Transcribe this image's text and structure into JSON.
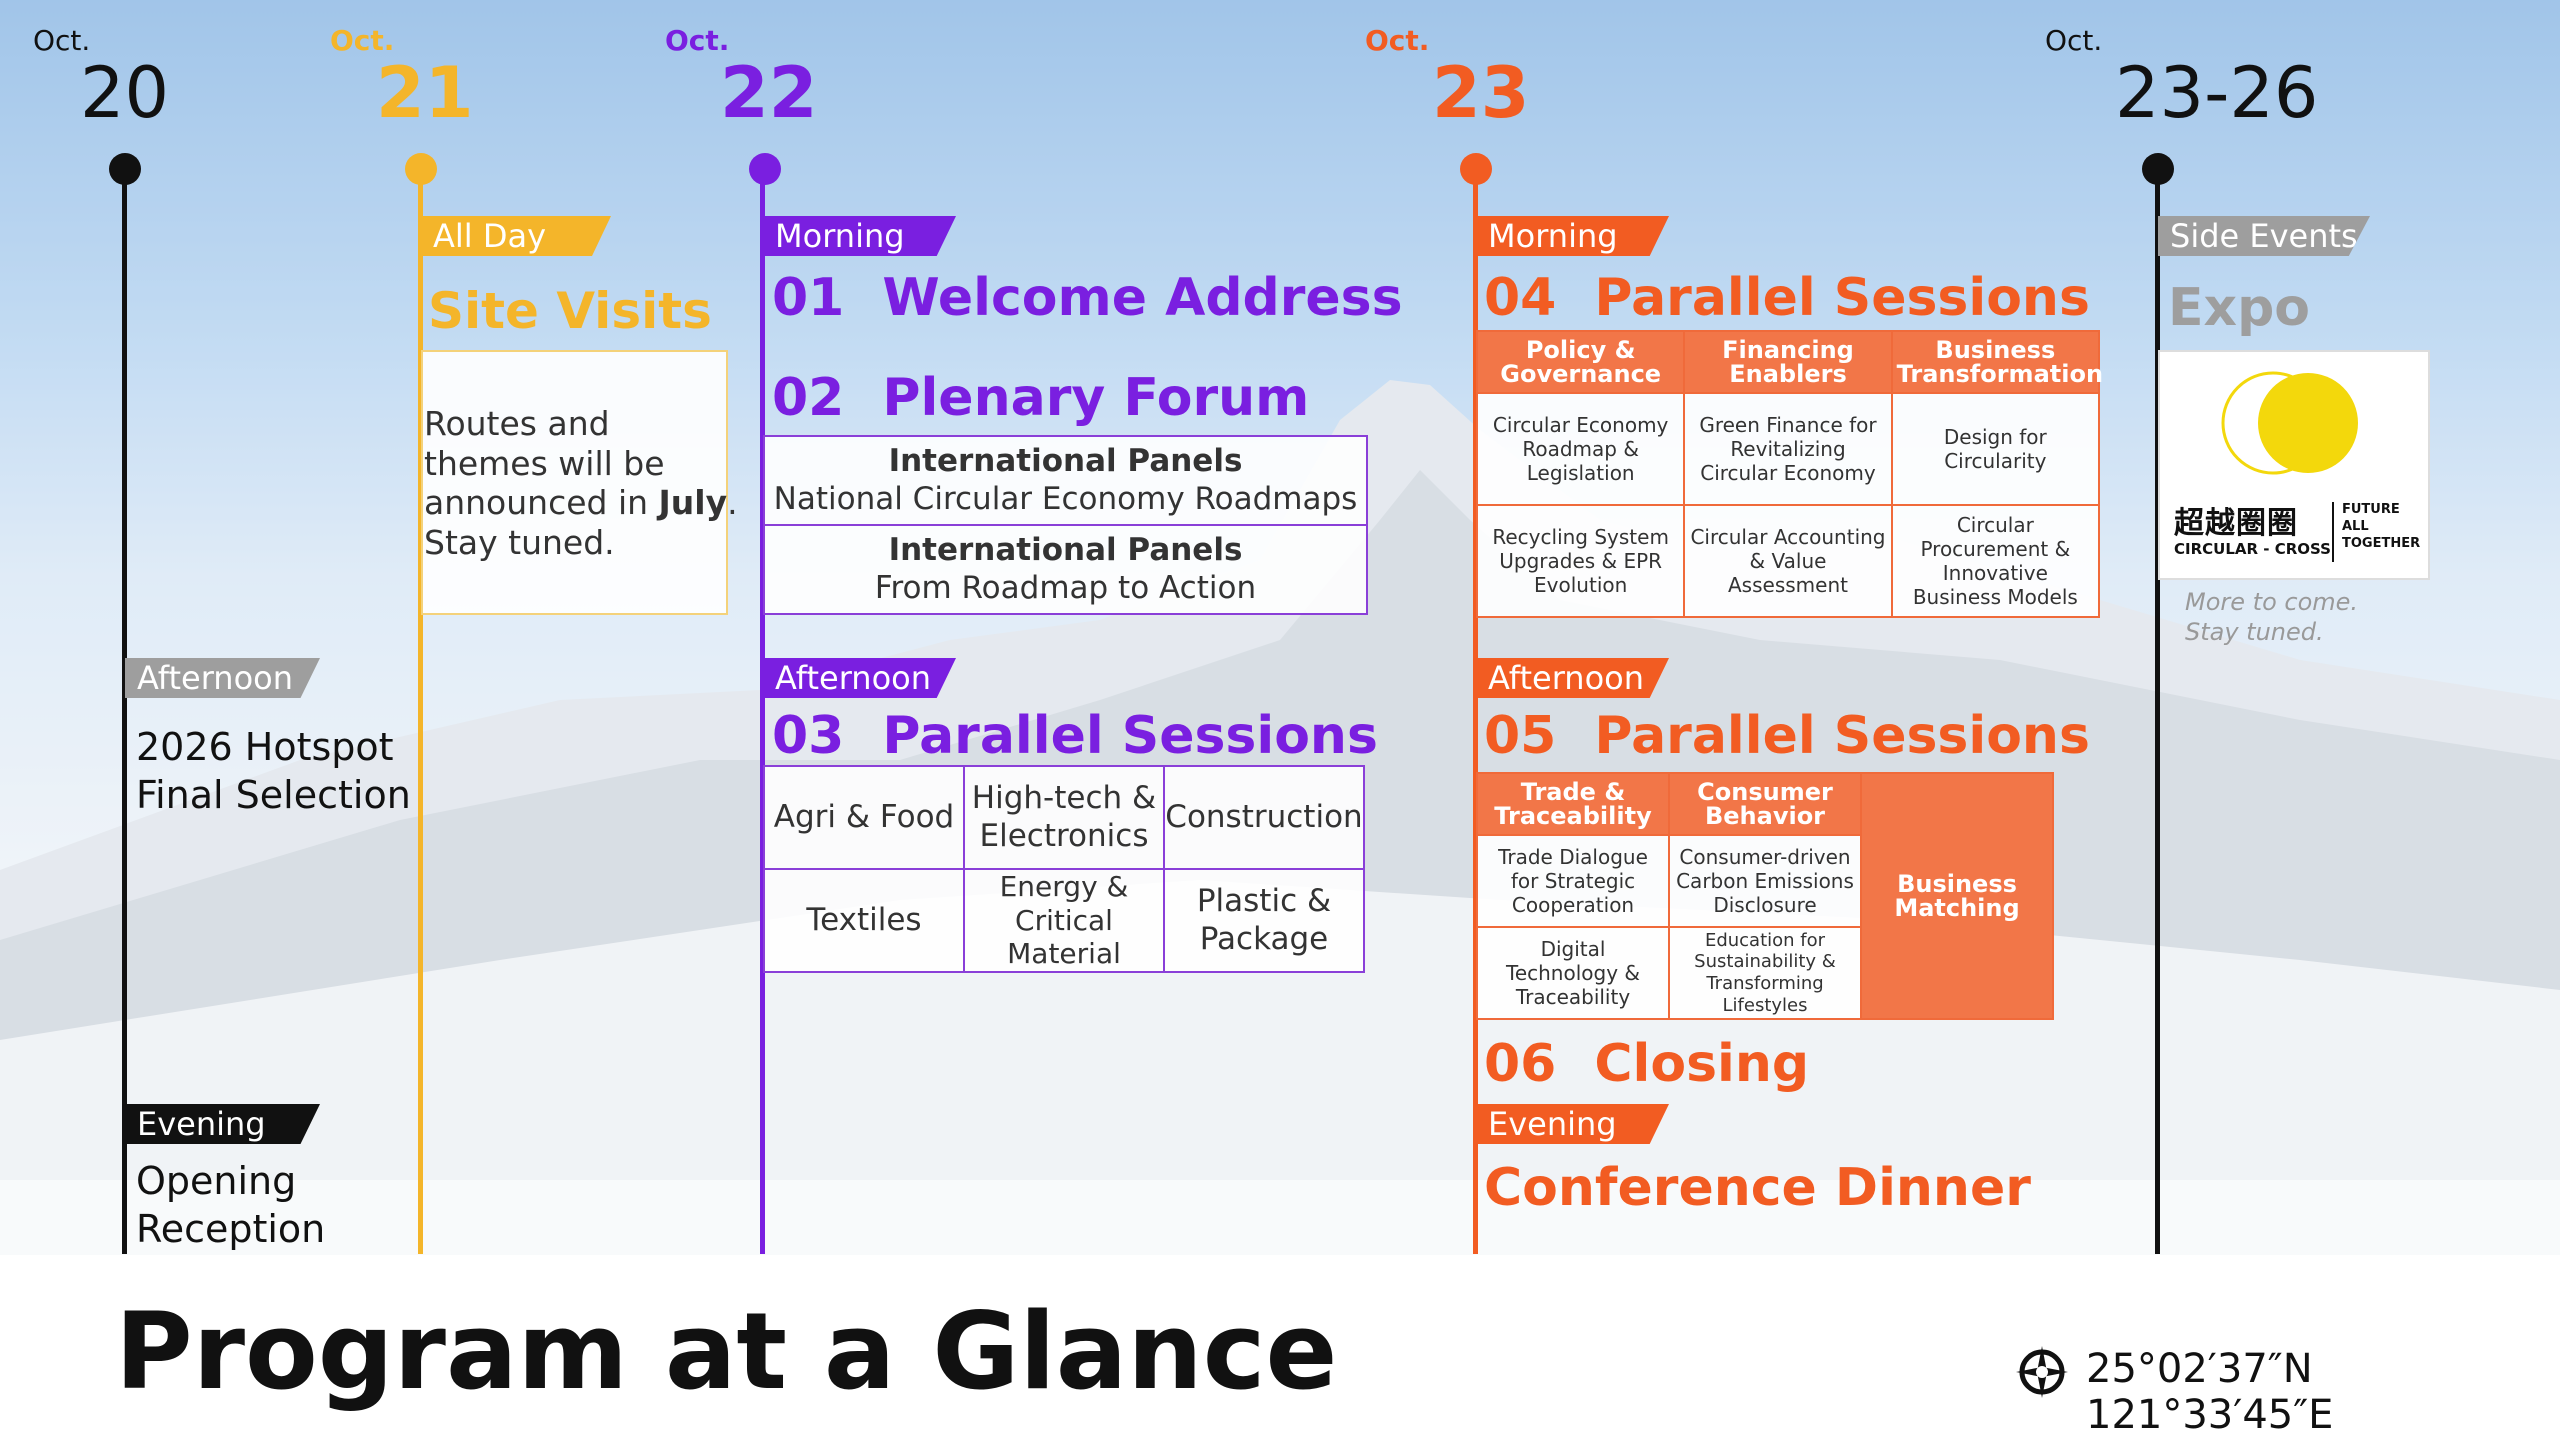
{
  "title": "Program at a Glance",
  "coordinates": "25°02′37″N 121°33′45″E",
  "colors": {
    "black": "#111111",
    "yellow": "#f4b52a",
    "purple": "#7a1fe0",
    "orange": "#f25c22",
    "gray": "#9e9e9e"
  },
  "days": [
    {
      "month": "Oct.",
      "day": "20"
    },
    {
      "month": "Oct.",
      "day": "21"
    },
    {
      "month": "Oct.",
      "day": "22"
    },
    {
      "month": "Oct.",
      "day": "23"
    },
    {
      "month": "Oct.",
      "day": "23-26"
    }
  ],
  "oct20": {
    "afternoon_tag": "Afternoon",
    "afternoon_lines": [
      "2026 Hotspot",
      "Final Selection"
    ],
    "evening_tag": "Evening",
    "evening_lines": [
      "Opening",
      "Reception"
    ]
  },
  "oct21": {
    "tag": "All Day",
    "heading": "Site Visits",
    "note_lines": [
      "Routes and",
      "themes will be"
    ],
    "note_pre": "announced in ",
    "note_bold": "July",
    "note_post": ".",
    "note_last": "Stay tuned."
  },
  "oct22": {
    "morning_tag": "Morning",
    "s01_num": "01",
    "s01_title": "Welcome Address",
    "s02_num": "02",
    "s02_title": "Plenary Forum",
    "panels": [
      {
        "heading": "International Panels",
        "sub": "National Circular Economy Roadmaps"
      },
      {
        "heading": "International Panels",
        "sub": "From Roadmap to Action"
      }
    ],
    "afternoon_tag": "Afternoon",
    "s03_num": "03",
    "s03_title": "Parallel Sessions",
    "s03_cells": [
      [
        "Agri & Food",
        "High-tech & Electronics",
        "Construction"
      ],
      [
        "Textiles",
        "Energy & Critical Material",
        "Plastic & Package"
      ]
    ]
  },
  "oct23": {
    "morning_tag": "Morning",
    "s04_num": "04",
    "s04_title": "Parallel Sessions",
    "s04_headers": [
      "Policy & Governance",
      "Financing Enablers",
      "Business Transformation"
    ],
    "s04_rows": [
      [
        "Circular Economy Roadmap & Legislation",
        "Green Finance for Revitalizing Circular Economy",
        "Design for Circularity"
      ],
      [
        "Recycling System Upgrades & EPR Evolution",
        "Circular Accounting & Value Assessment",
        "Circular Procurement & Innovative Business Models"
      ]
    ],
    "afternoon_tag": "Afternoon",
    "s05_num": "05",
    "s05_title": "Parallel Sessions",
    "s05_headers": [
      "Trade & Traceability",
      "Consumer Behavior"
    ],
    "s05_rows": [
      [
        "Trade Dialogue for Strategic Cooperation",
        "Consumer-driven Carbon Emissions Disclosure"
      ],
      [
        "Digital Technology & Traceability",
        "Education for Sustainability & Transforming Lifestyles"
      ]
    ],
    "s05_side": "Business Matching",
    "s06_num": "06",
    "s06_title": "Closing",
    "evening_tag": "Evening",
    "evening_title": "Conference Dinner"
  },
  "oct2326": {
    "tag": "Side Events",
    "heading": "Expo",
    "logo_cn": "超越圈圈",
    "logo_en": "CIRCULAR - CROSS",
    "logo_tag1": "FUTURE",
    "logo_tag2": "ALL",
    "logo_tag3": "TOGETHER",
    "more1": "More to come.",
    "more2": "Stay tuned."
  }
}
